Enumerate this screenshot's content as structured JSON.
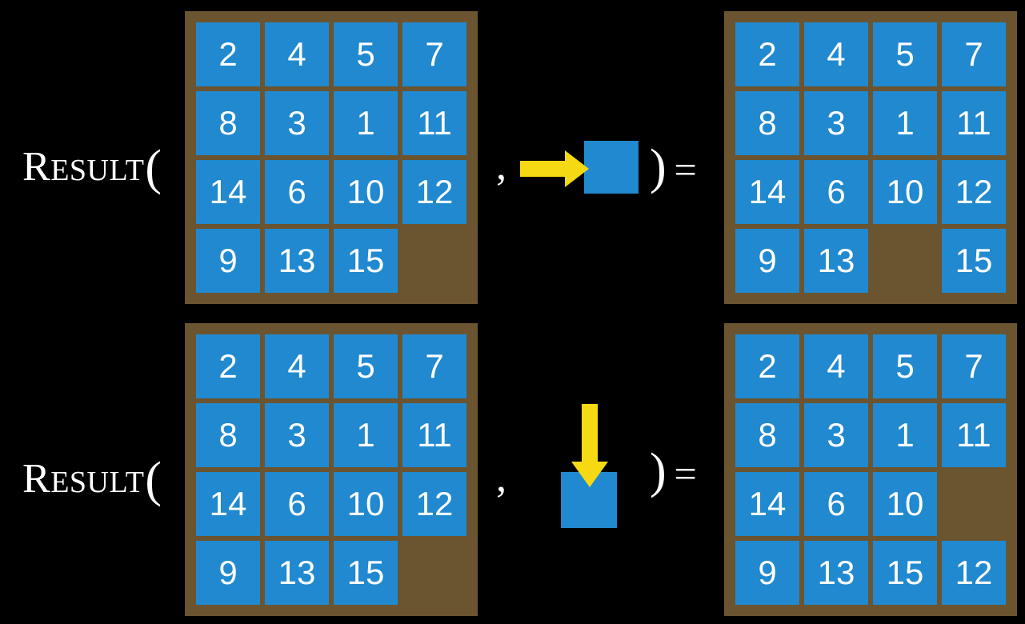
{
  "page": {
    "background_color": "#000000",
    "tile_color": "#2189cf",
    "board_color": "#6b5430",
    "arrow_color": "#f5d913",
    "text_color": "#ffffff"
  },
  "label": {
    "first_letter": "R",
    "rest": "ESULT",
    "open_paren": "(",
    "comma": ",",
    "close_paren": ")",
    "equals": "="
  },
  "rows": [
    {
      "id": "row-top",
      "name": "result-row-move-right",
      "input_board": {
        "name": "input-board-top",
        "grid": [
          [
            "2",
            "4",
            "5",
            "7"
          ],
          [
            "8",
            "3",
            "1",
            "11"
          ],
          [
            "14",
            "6",
            "10",
            "12"
          ],
          [
            "9",
            "13",
            "15",
            ""
          ]
        ]
      },
      "operand": {
        "name": "operand-move-right",
        "direction": "right",
        "arrow_icon": "arrow-right-icon",
        "tile_label": ""
      },
      "output_board": {
        "name": "output-board-top",
        "grid": [
          [
            "2",
            "4",
            "5",
            "7"
          ],
          [
            "8",
            "3",
            "1",
            "11"
          ],
          [
            "14",
            "6",
            "10",
            "12"
          ],
          [
            "9",
            "13",
            "",
            "15"
          ]
        ]
      }
    },
    {
      "id": "row-bottom",
      "name": "result-row-move-down",
      "input_board": {
        "name": "input-board-bottom",
        "grid": [
          [
            "2",
            "4",
            "5",
            "7"
          ],
          [
            "8",
            "3",
            "1",
            "11"
          ],
          [
            "14",
            "6",
            "10",
            "12"
          ],
          [
            "9",
            "13",
            "15",
            ""
          ]
        ]
      },
      "operand": {
        "name": "operand-move-down",
        "direction": "down",
        "arrow_icon": "arrow-down-icon",
        "tile_label": ""
      },
      "output_board": {
        "name": "output-board-bottom",
        "grid": [
          [
            "2",
            "4",
            "5",
            "7"
          ],
          [
            "8",
            "3",
            "1",
            "11"
          ],
          [
            "14",
            "6",
            "10",
            ""
          ],
          [
            "9",
            "13",
            "15",
            "12"
          ]
        ]
      }
    }
  ]
}
